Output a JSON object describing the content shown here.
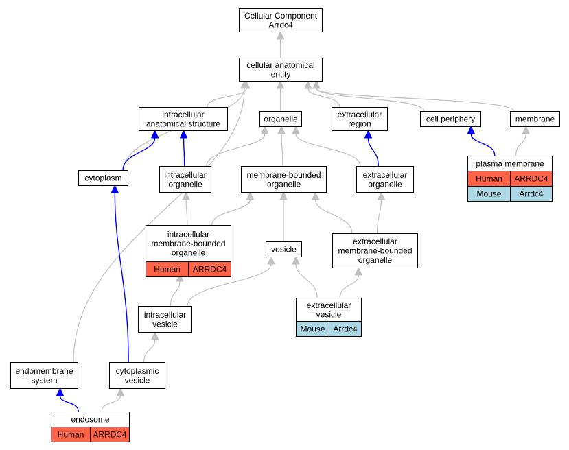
{
  "colors": {
    "human": "#FF6347",
    "mouse": "#ADD8E6",
    "edge_default": "#C0C0C0",
    "edge_highlight": "#0000FF"
  },
  "nodes": {
    "root": {
      "lines": [
        "Cellular Component",
        "Arrdc4"
      ]
    },
    "cae": {
      "lines": [
        "cellular anatomical",
        "entity"
      ]
    },
    "ias": {
      "lines": [
        "intracellular",
        "anatomical structure"
      ]
    },
    "org": {
      "lines": [
        "organelle"
      ]
    },
    "ecr": {
      "lines": [
        "extracellular",
        "region"
      ]
    },
    "cp": {
      "lines": [
        "cell periphery"
      ]
    },
    "mem": {
      "lines": [
        "membrane"
      ]
    },
    "cyto": {
      "lines": [
        "cytoplasm"
      ]
    },
    "io": {
      "lines": [
        "intracellular",
        "organelle"
      ]
    },
    "mbo": {
      "lines": [
        "membrane-bounded",
        "organelle"
      ]
    },
    "eco": {
      "lines": [
        "extracellular",
        "organelle"
      ]
    },
    "pm": {
      "lines": [
        "plasma membrane"
      ],
      "annotations": [
        {
          "species": "Human",
          "gene": "ARRDC4"
        },
        {
          "species": "Mouse",
          "gene": "Arrdc4"
        }
      ]
    },
    "imbo": {
      "lines": [
        "intracellular",
        "membrane-bounded",
        "organelle"
      ],
      "annotations": [
        {
          "species": "Human",
          "gene": "ARRDC4"
        }
      ]
    },
    "ves": {
      "lines": [
        "vesicle"
      ]
    },
    "ecmbo": {
      "lines": [
        "extracellular",
        "membrane-bounded",
        "organelle"
      ]
    },
    "ecv": {
      "lines": [
        "extracellular",
        "vesicle"
      ],
      "annotations": [
        {
          "species": "Mouse",
          "gene": "Arrdc4"
        }
      ]
    },
    "iv": {
      "lines": [
        "intracellular",
        "vesicle"
      ]
    },
    "ems": {
      "lines": [
        "endomembrane",
        "system"
      ]
    },
    "cv": {
      "lines": [
        "cytoplasmic",
        "vesicle"
      ]
    },
    "endo": {
      "lines": [
        "endosome"
      ],
      "annotations": [
        {
          "species": "Human",
          "gene": "ARRDC4"
        }
      ]
    }
  },
  "edges": [
    {
      "from": "cae",
      "to": "root",
      "highlight": false
    },
    {
      "from": "ias",
      "to": "cae",
      "highlight": false
    },
    {
      "from": "org",
      "to": "cae",
      "highlight": false
    },
    {
      "from": "ecr",
      "to": "cae",
      "highlight": false
    },
    {
      "from": "cp",
      "to": "cae",
      "highlight": false
    },
    {
      "from": "mem",
      "to": "cae",
      "highlight": false
    },
    {
      "from": "cyto",
      "to": "cae",
      "highlight": false
    },
    {
      "from": "ems",
      "to": "cae",
      "highlight": false
    },
    {
      "from": "cyto",
      "to": "ias",
      "highlight": true
    },
    {
      "from": "io",
      "to": "ias",
      "highlight": true
    },
    {
      "from": "io",
      "to": "org",
      "highlight": false
    },
    {
      "from": "mbo",
      "to": "org",
      "highlight": false
    },
    {
      "from": "eco",
      "to": "org",
      "highlight": false
    },
    {
      "from": "eco",
      "to": "ecr",
      "highlight": true
    },
    {
      "from": "pm",
      "to": "cp",
      "highlight": true
    },
    {
      "from": "pm",
      "to": "mem",
      "highlight": false
    },
    {
      "from": "imbo",
      "to": "io",
      "highlight": false
    },
    {
      "from": "imbo",
      "to": "mbo",
      "highlight": false
    },
    {
      "from": "ves",
      "to": "mbo",
      "highlight": false
    },
    {
      "from": "ecmbo",
      "to": "mbo",
      "highlight": false
    },
    {
      "from": "ecmbo",
      "to": "eco",
      "highlight": false
    },
    {
      "from": "iv",
      "to": "ves",
      "highlight": false
    },
    {
      "from": "ecv",
      "to": "ves",
      "highlight": false
    },
    {
      "from": "ecv",
      "to": "ecmbo",
      "highlight": false
    },
    {
      "from": "iv",
      "to": "imbo",
      "highlight": false
    },
    {
      "from": "cv",
      "to": "iv",
      "highlight": false
    },
    {
      "from": "cv",
      "to": "cyto",
      "highlight": true
    },
    {
      "from": "endo",
      "to": "ems",
      "highlight": true
    },
    {
      "from": "endo",
      "to": "cv",
      "highlight": false
    }
  ]
}
